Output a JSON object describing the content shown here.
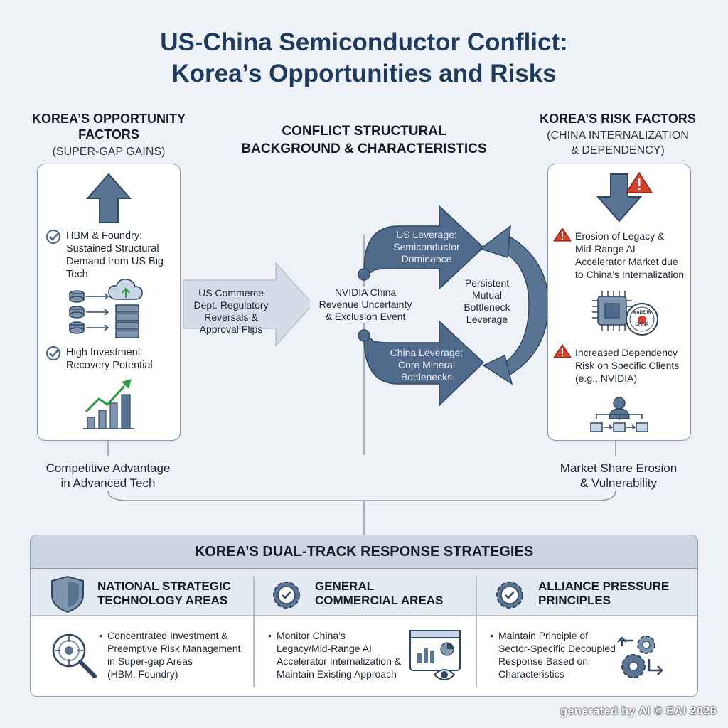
{
  "title": {
    "line1": "US-China Semiconductor Conflict:",
    "line2": "Korea’s Opportunities and Risks"
  },
  "left": {
    "header": {
      "line1": "KOREA’S OPPORTUNITY",
      "line2": "FACTORS"
    },
    "subheader": "(SUPER-GAP GAINS)",
    "items": [
      {
        "l1": "HBM & Foundry:",
        "l2": "Sustained Structural",
        "l3": "Demand from US Big",
        "l4": "Tech"
      },
      {
        "l1": "High Investment",
        "l2": "Recovery Potential"
      }
    ],
    "caption": {
      "line1": "Competitive Advantage",
      "line2": "in Advanced Tech"
    }
  },
  "center": {
    "header": {
      "line1": "CONFLICT STRUCTURAL",
      "line2": "BACKGROUND & CHARACTERISTICS"
    },
    "input_arrow": {
      "l1": "US Commerce",
      "l2": "Dept. Regulatory",
      "l3": "Reversals &",
      "l4": "Approval Flips"
    },
    "event": {
      "l1": "NVIDIA China",
      "l2": "Revenue Uncertainty",
      "l3": "& Exclusion Event"
    },
    "us_leverage": {
      "l1": "US Leverage:",
      "l2": "Semiconductor",
      "l3": "Dominance"
    },
    "china_leverage": {
      "l1": "China Leverage:",
      "l2": "Core Mineral",
      "l3": "Bottlenecks"
    },
    "mutual": {
      "l1": "Persistent",
      "l2": "Mutual",
      "l3": "Bottleneck",
      "l4": "Leverage"
    }
  },
  "right": {
    "header": "KOREA’S RISK FACTORS",
    "subheader": {
      "line1": "(CHINA INTERNALIZATION",
      "line2": "& DEPENDENCY)"
    },
    "items": [
      {
        "l1": "Erosion of Legacy &",
        "l2": "Mid-Range AI",
        "l3": "Accelerator Market due",
        "l4": "to China’s Internalization"
      },
      {
        "l1": "Increased Dependency",
        "l2": "Risk on Specific Clients",
        "l3": "(e.g., NVIDIA)"
      }
    ],
    "stamp": {
      "l1": "MADE IN",
      "l2": "CHINA"
    },
    "caption": {
      "line1": "Market Share Erosion",
      "line2": "& Vulnerability"
    }
  },
  "strategies": {
    "title": "KOREA’S DUAL-TRACK RESPONSE STRATEGIES",
    "columns": [
      {
        "h1": "NATIONAL STRATEGIC",
        "h2": "TECHNOLOGY AREAS",
        "b": [
          "Concentrated Investment &",
          "Preemptive Risk Management",
          "in Super-gap Areas",
          "(HBM, Foundry)"
        ]
      },
      {
        "h1": "GENERAL",
        "h2": "COMMERCIAL AREAS",
        "b": [
          "Monitor China’s",
          "Legacy/Mid-Range AI",
          "Accelerator Internalization &",
          "Maintain Existing Approach"
        ]
      },
      {
        "h1": "ALLIANCE PRESSURE",
        "h2": "PRINCIPLES",
        "b": [
          "Maintain Principle of",
          "Sector-Specific Decoupled",
          "Response Based on",
          "Characteristics"
        ]
      }
    ]
  },
  "footer": "generated by AI © EAI 2026",
  "colors": {
    "primary": "#4f6a8a",
    "title": "#1e3a5c",
    "green": "#2e9a3e",
    "warning": "#d9402b"
  }
}
